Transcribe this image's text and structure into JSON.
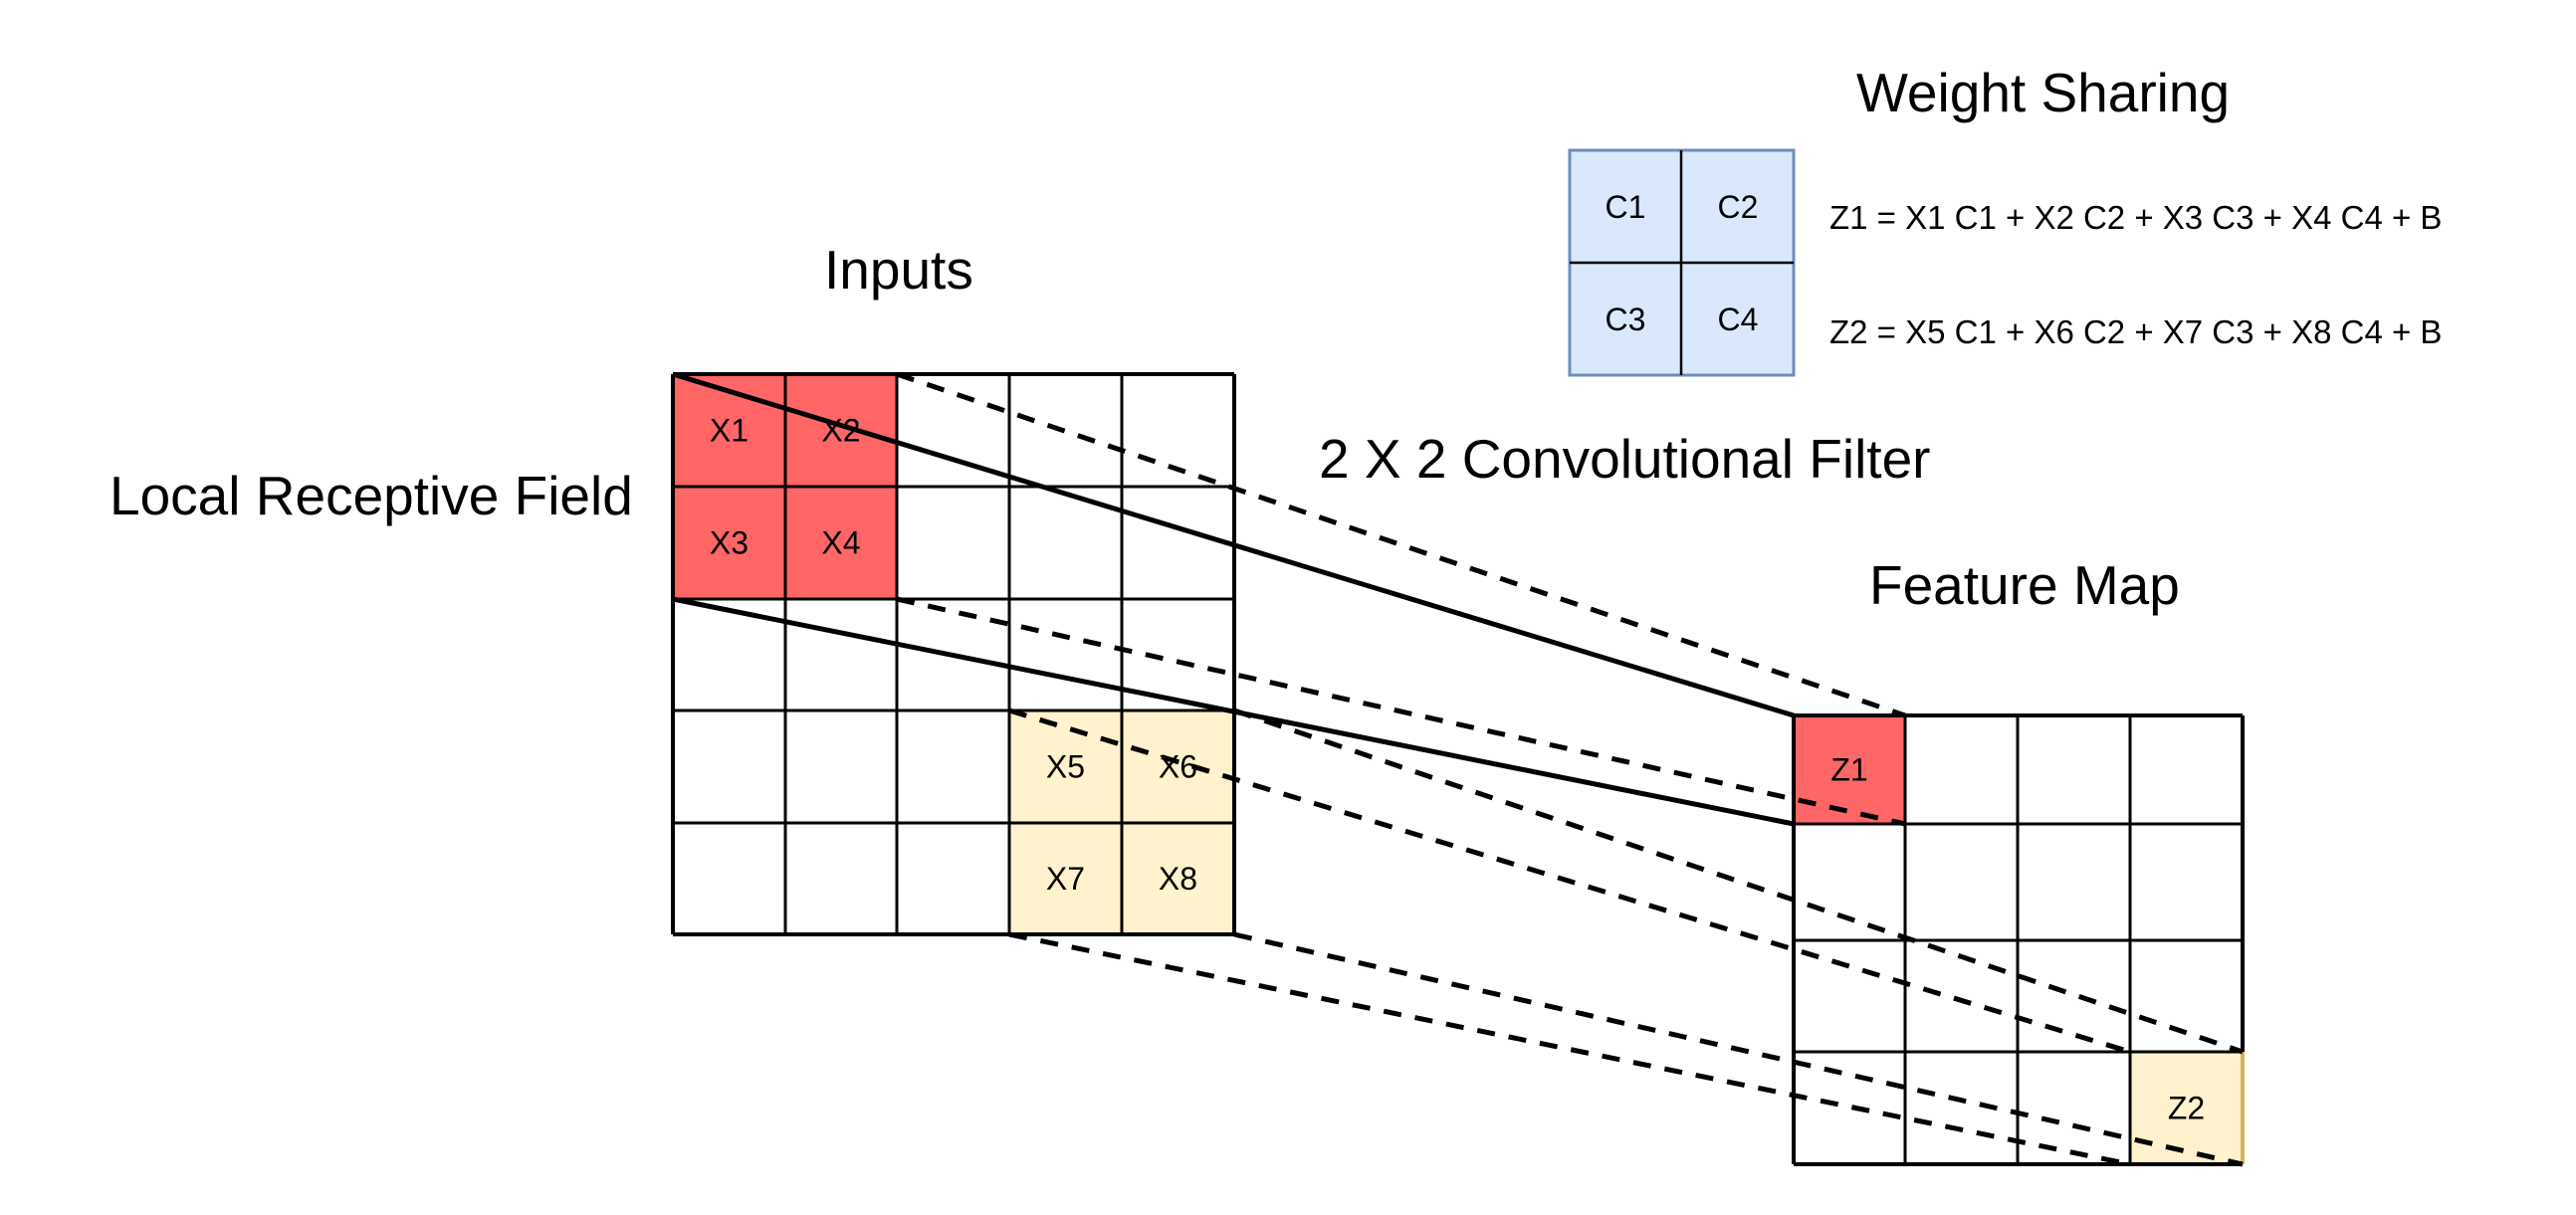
{
  "titles": {
    "weight_sharing": "Weight Sharing",
    "inputs": "Inputs",
    "local_receptive_field": "Local Receptive Field",
    "filter": "2 X 2 Convolutional Filter",
    "feature_map": "Feature Map"
  },
  "colors": {
    "receptive_red": "#FF6666",
    "receptive_yellow": "#FFF2CC",
    "yellow_border": "#D6B656",
    "filter_fill": "#DAE8FC",
    "filter_border": "#6C8EBF",
    "line": "#000000"
  },
  "inputs_grid": {
    "rows": 5,
    "cols": 5,
    "highlighted": [
      {
        "row": 0,
        "col": 0,
        "label": "X1",
        "group": "red"
      },
      {
        "row": 0,
        "col": 1,
        "label": "X2",
        "group": "red"
      },
      {
        "row": 1,
        "col": 0,
        "label": "X3",
        "group": "red"
      },
      {
        "row": 1,
        "col": 1,
        "label": "X4",
        "group": "red"
      },
      {
        "row": 3,
        "col": 3,
        "label": "X5",
        "group": "yellow"
      },
      {
        "row": 3,
        "col": 4,
        "label": "X6",
        "group": "yellow"
      },
      {
        "row": 4,
        "col": 3,
        "label": "X7",
        "group": "yellow"
      },
      {
        "row": 4,
        "col": 4,
        "label": "X8",
        "group": "yellow"
      }
    ]
  },
  "filter": {
    "cells": [
      "C1",
      "C2",
      "C3",
      "C4"
    ]
  },
  "equations": [
    "Z1 = X1 C1 + X2 C2 + X3 C3 + X4 C4 + B",
    "Z2 = X5 C1 + X6 C2 + X7 C3 + X8 C4 + B"
  ],
  "feature_map": {
    "rows": 4,
    "cols": 4,
    "highlighted": [
      {
        "row": 0,
        "col": 0,
        "label": "Z1",
        "group": "red"
      },
      {
        "row": 3,
        "col": 3,
        "label": "Z2",
        "group": "yellow"
      }
    ]
  }
}
